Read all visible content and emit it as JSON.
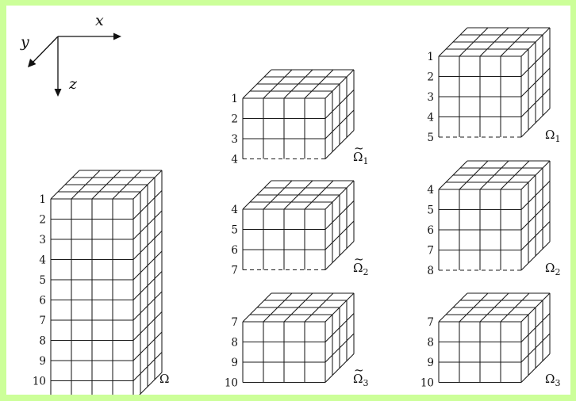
{
  "axes": {
    "x": "x",
    "y": "y",
    "z": "z"
  },
  "blocks": [
    {
      "id": "full",
      "label": "Ω",
      "subscript": "",
      "tilde": false,
      "row_labels": [
        "1",
        "2",
        "3",
        "4",
        "5",
        "6",
        "7",
        "8",
        "9",
        "10"
      ]
    },
    {
      "id": "tilde-1",
      "label": "Ω",
      "subscript": "1",
      "tilde": true,
      "row_labels": [
        "1",
        "2",
        "3",
        "4"
      ]
    },
    {
      "id": "tilde-2",
      "label": "Ω",
      "subscript": "2",
      "tilde": true,
      "row_labels": [
        "4",
        "5",
        "6",
        "7"
      ]
    },
    {
      "id": "tilde-3",
      "label": "Ω",
      "subscript": "3",
      "tilde": true,
      "row_labels": [
        "7",
        "8",
        "9",
        "10"
      ]
    },
    {
      "id": "omega-1",
      "label": "Ω",
      "subscript": "1",
      "tilde": false,
      "row_labels": [
        "1",
        "2",
        "3",
        "4",
        "5"
      ]
    },
    {
      "id": "omega-2",
      "label": "Ω",
      "subscript": "2",
      "tilde": false,
      "row_labels": [
        "4",
        "5",
        "6",
        "7",
        "8"
      ]
    },
    {
      "id": "omega-3",
      "label": "Ω",
      "subscript": "3",
      "tilde": false,
      "row_labels": [
        "7",
        "8",
        "9",
        "10"
      ]
    }
  ]
}
